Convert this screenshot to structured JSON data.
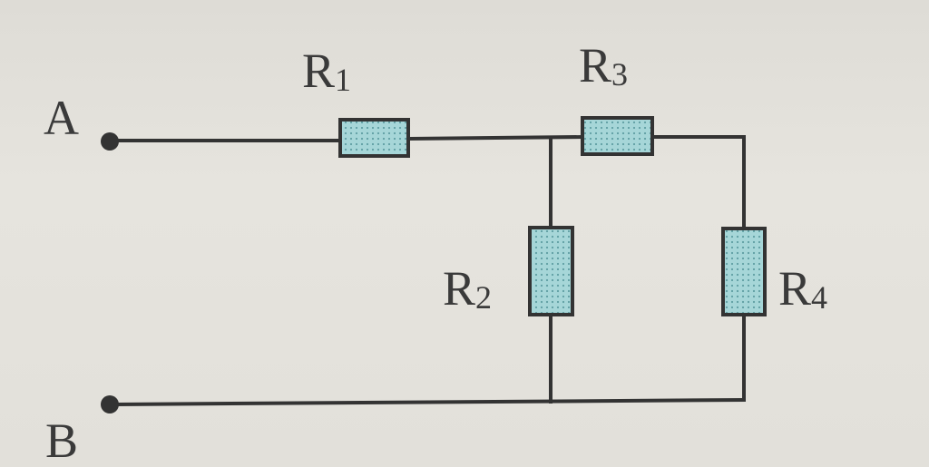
{
  "diagram": {
    "terminals": [
      {
        "id": "A",
        "label": "A"
      },
      {
        "id": "B",
        "label": "B"
      }
    ],
    "resistors": [
      {
        "id": "R1",
        "name": "R",
        "sub": "1"
      },
      {
        "id": "R2",
        "name": "R",
        "sub": "2"
      },
      {
        "id": "R3",
        "name": "R",
        "sub": "3"
      },
      {
        "id": "R4",
        "name": "R",
        "sub": "4"
      }
    ],
    "colors": {
      "wire": "#333333",
      "resistor_fill": "#9fd3d6",
      "background": "#e4e2dc"
    }
  }
}
